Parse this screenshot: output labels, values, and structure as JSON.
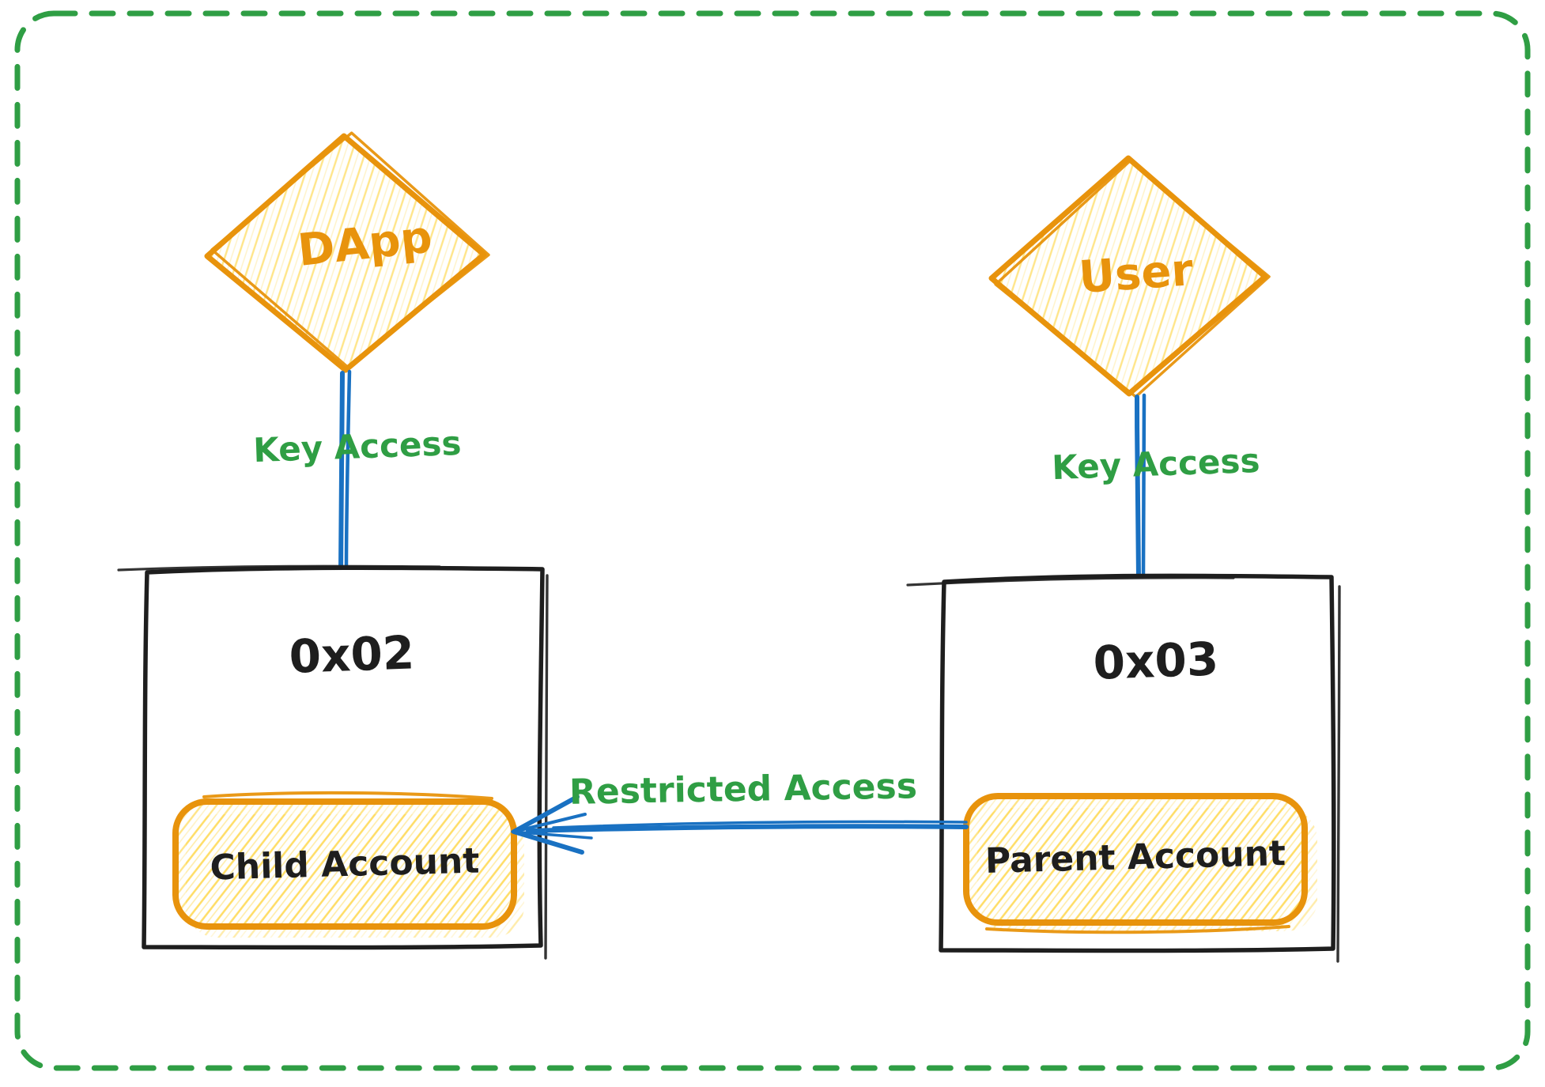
{
  "diagram": {
    "kind": "hand-drawn whiteboard sketch",
    "description": "Key access and restricted access relationship between accounts"
  },
  "colors": {
    "orange": "#e8930c",
    "yellow": "#ffd43b",
    "green": "#2f9e44",
    "blue": "#1971c2",
    "ink": "#1e1e1e",
    "paper": "#ffffff"
  },
  "nodes": {
    "dapp": {
      "label": "DApp",
      "shape": "diamond"
    },
    "user": {
      "label": "User",
      "shape": "diamond"
    },
    "account_0x02": {
      "label": "0x02",
      "shape": "rectangle"
    },
    "account_0x03": {
      "label": "0x03",
      "shape": "rectangle"
    },
    "child_account": {
      "label": "Child Account",
      "shape": "pill"
    },
    "parent_account": {
      "label": "Parent Account",
      "shape": "pill"
    }
  },
  "edges": {
    "dapp_to_0x02": {
      "label": "Key Access",
      "style": "double blue line"
    },
    "user_to_0x03": {
      "label": "Key Access",
      "style": "double blue line"
    },
    "parent_to_child": {
      "label": "Restricted Access",
      "style": "blue arrow pointing left"
    }
  }
}
